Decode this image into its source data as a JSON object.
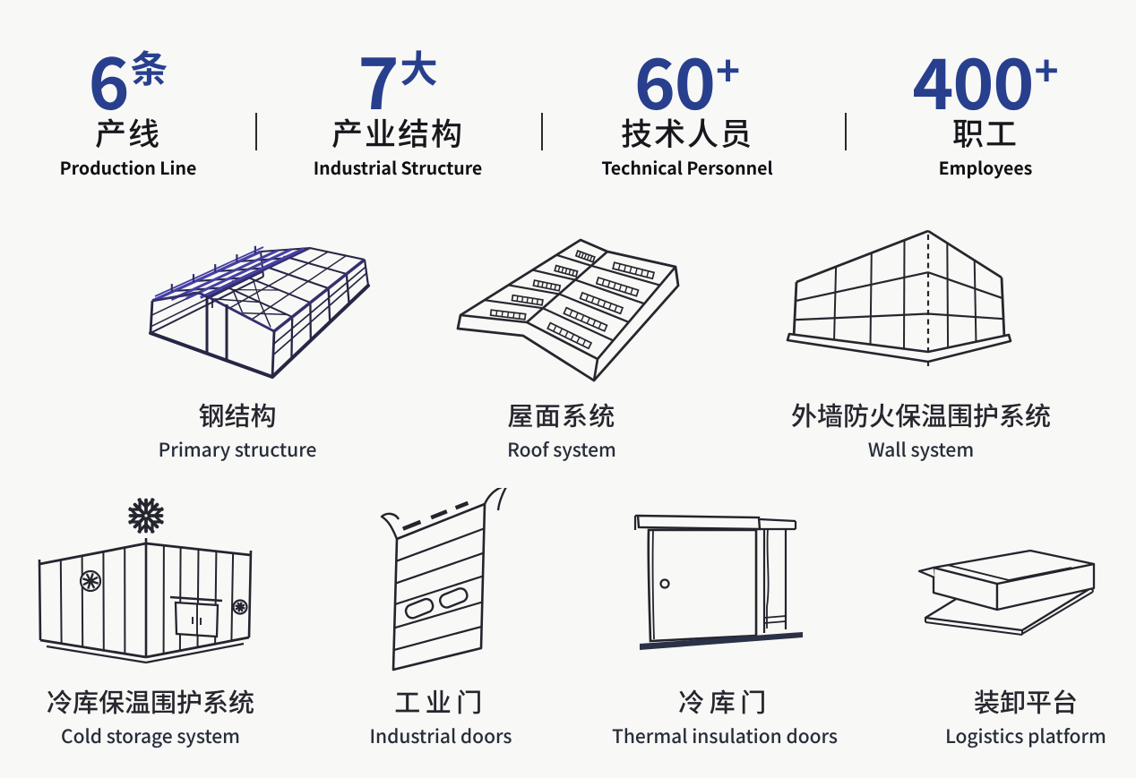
{
  "page": {
    "background": "#f8f8f6",
    "accent_blue": "#283f8e",
    "ink": "#24252e"
  },
  "stats": {
    "divider_color": "#2a2a2a",
    "items": [
      {
        "value": "6",
        "unit": "条",
        "zh": "产线",
        "en": "Production Line"
      },
      {
        "value": "7",
        "unit": "大",
        "zh": "产业结构",
        "en": "Industrial Structure"
      },
      {
        "value": "60",
        "unit": "+",
        "zh": "技术人员",
        "en": "Technical Personnel"
      },
      {
        "value": "400",
        "unit": "+",
        "zh": "职工",
        "en": "Employees"
      }
    ]
  },
  "figures": [
    {
      "id": "steel",
      "zh": "钢结构",
      "en": "Primary structure"
    },
    {
      "id": "roof",
      "zh": "屋面系统",
      "en": "Roof system"
    },
    {
      "id": "wall",
      "zh": "外墙防火保温围护系统",
      "en": "Wall system"
    },
    {
      "id": "cold",
      "zh": "冷库保温围护系统",
      "en": "Cold storage system"
    },
    {
      "id": "door",
      "zh": "工业门",
      "en": "Industrial doors"
    },
    {
      "id": "thermal",
      "zh": "冷库门",
      "en": "Thermal insulation doors"
    },
    {
      "id": "log",
      "zh": "装卸平台",
      "en": "Logistics platform"
    }
  ]
}
